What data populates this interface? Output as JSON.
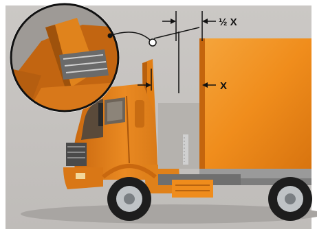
{
  "labels": {
    "half_x_label": "½ X",
    "x_label": "X"
  },
  "colors": {
    "background": "#c9c6c3",
    "truck_orange": "#e98a1e",
    "trailer_orange": "#f08d1c",
    "dark_orange": "#b85f0e",
    "tire": "#1d1d1d",
    "rim": "#bfc3c6",
    "dimension_lines": "#111111"
  },
  "figure": {
    "subject": "truck-cab-roof-deflector",
    "inset": "magnified-deflector-adjustment-detail"
  }
}
